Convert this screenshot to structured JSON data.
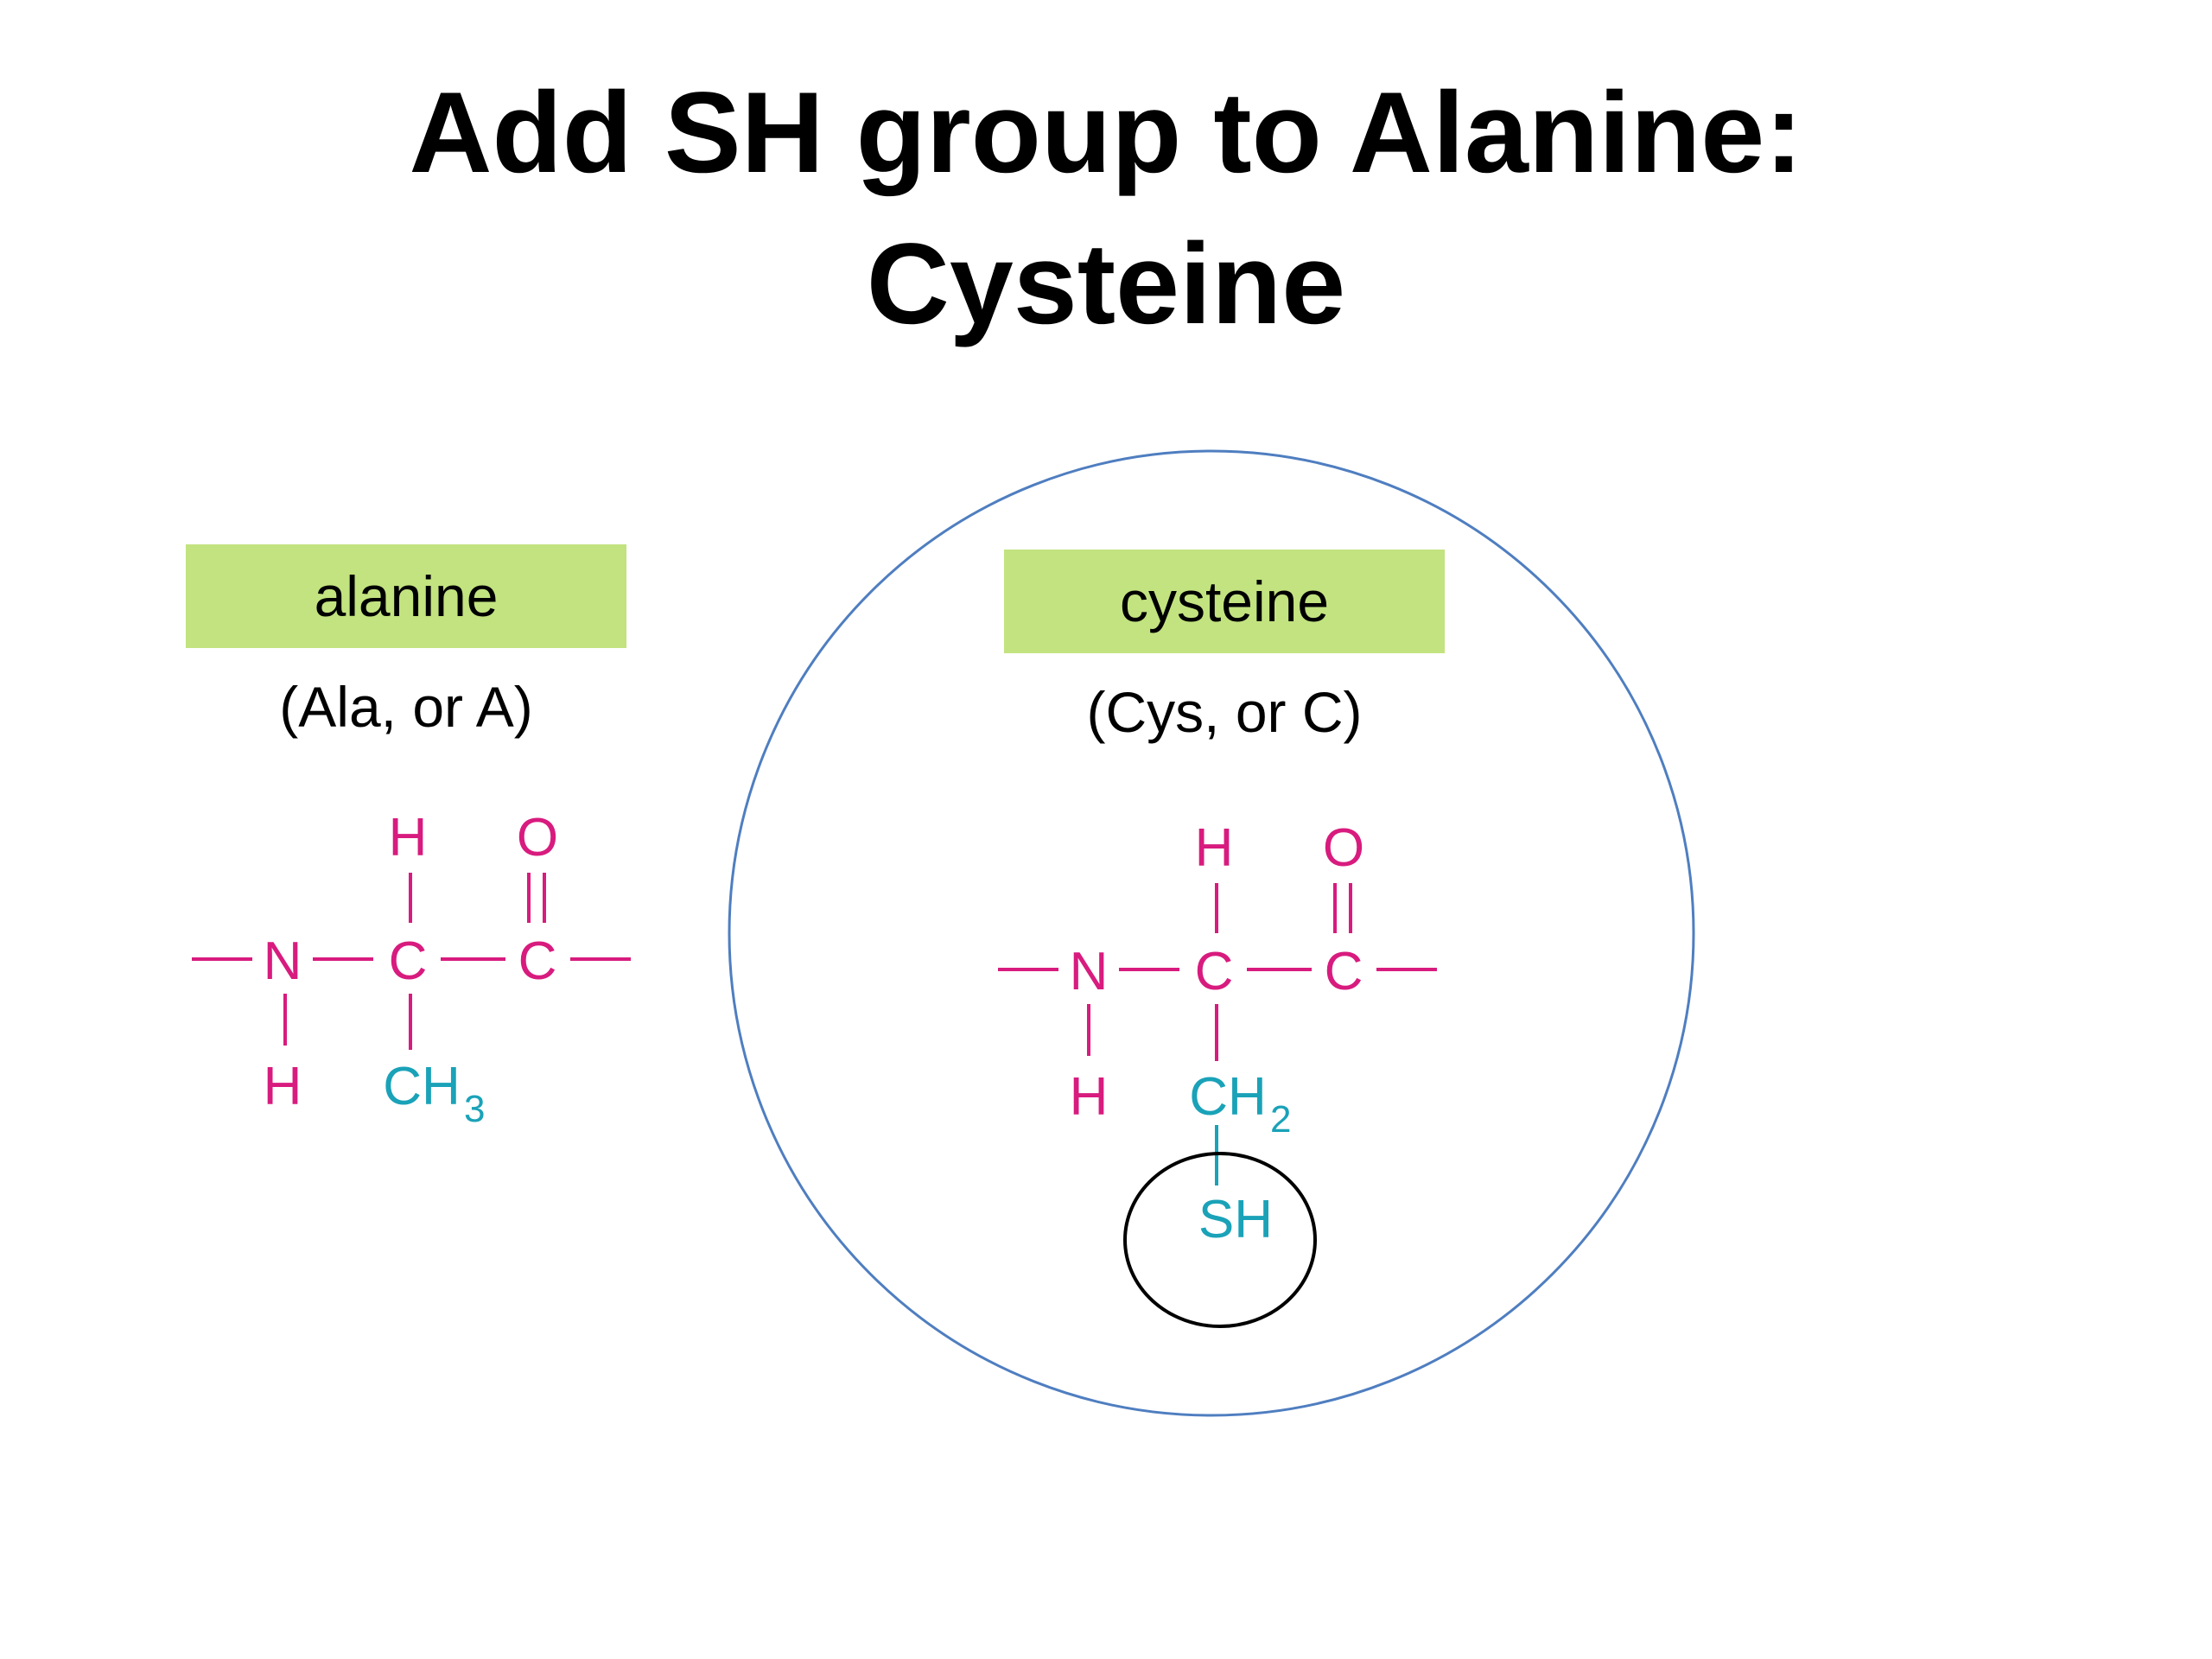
{
  "title": {
    "line1": "Add SH group to Alanine:",
    "line2": "Cysteine"
  },
  "alanine": {
    "name": "alanine",
    "abbreviation": "(Ala, or A)",
    "atoms": {
      "N": "N",
      "Ca": "C",
      "Cc": "C",
      "H_top": "H",
      "O": "O",
      "H_n": "H",
      "side": "CH",
      "side_sub": "3"
    }
  },
  "cysteine": {
    "name": "cysteine",
    "abbreviation": "(Cys, or C)",
    "atoms": {
      "N": "N",
      "Ca": "C",
      "Cc": "C",
      "H_top": "H",
      "O": "O",
      "H_n": "H",
      "side": "CH",
      "side_sub": "2",
      "thiol": "SH"
    }
  },
  "colors": {
    "backbone": "#d81b7e",
    "side_chain": "#1aa2b8",
    "label_fill": "#c2e37f",
    "big_circle": "#4f7ec0",
    "sh_circle": "#000000"
  }
}
